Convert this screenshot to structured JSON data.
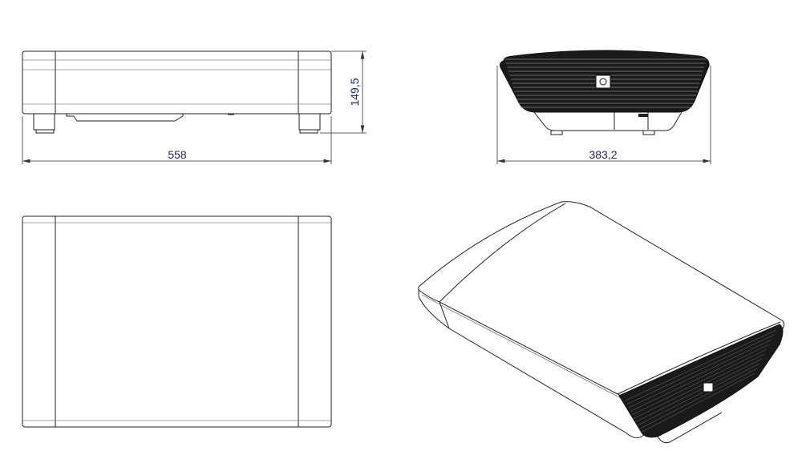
{
  "drawing": {
    "views": [
      "front-view",
      "side-view",
      "top-view",
      "isometric-view"
    ],
    "dimensions": {
      "width": "558",
      "height": "149,5",
      "depth": "383,2"
    },
    "colors": {
      "line": "#222222",
      "dimension_text": "#1c2a66",
      "grille": "#1a1a1a"
    }
  }
}
